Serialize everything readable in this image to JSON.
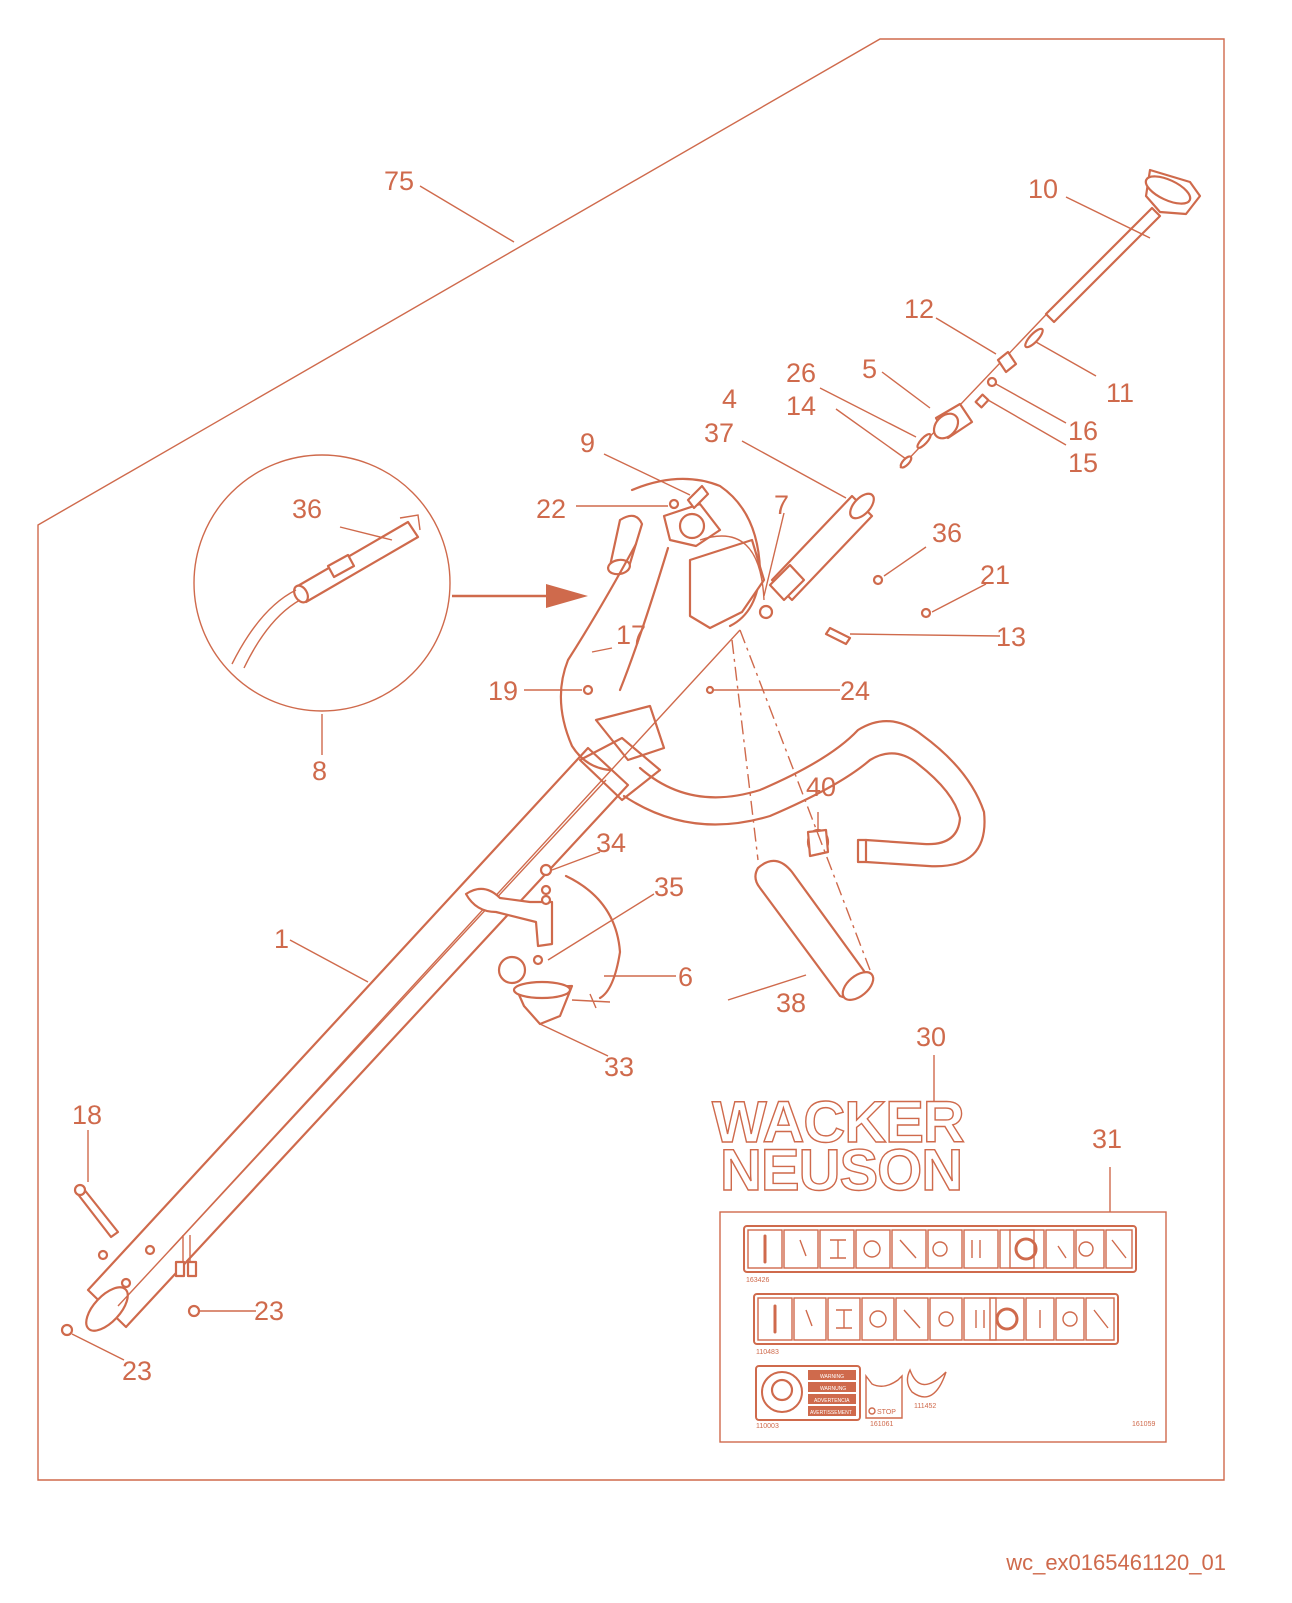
{
  "colors": {
    "accent": "#cf6a4c",
    "frame": "#cf6a4c",
    "caption": "#cf6a4c"
  },
  "callouts": {
    "c75": "75",
    "c10": "10",
    "c12": "12",
    "c11": "11",
    "c5": "5",
    "c4": "4",
    "c26": "26",
    "c14": "14",
    "c37": "37",
    "c16": "16",
    "c15": "15",
    "c9": "9",
    "c22": "22",
    "c7": "7",
    "c36a": "36",
    "c36b": "36",
    "c21": "21",
    "c13": "13",
    "c17": "17",
    "c19": "19",
    "c24": "24",
    "c8": "8",
    "c40": "40",
    "c34": "34",
    "c35": "35",
    "c1": "1",
    "c6": "6",
    "c38": "38",
    "c33": "33",
    "c30": "30",
    "c31": "31",
    "c18": "18",
    "c23a": "23",
    "c23b": "23"
  },
  "logo": {
    "line1": "WACKER",
    "line2": "NEUSON"
  },
  "decals": {
    "d1_code": "163426",
    "d2_code": "110483",
    "d3_code": "110003",
    "d4_code": "161061",
    "d4_text": "STOP",
    "d5_code": "111452",
    "sheet_code": "161059",
    "warning_lines": [
      "WARNING",
      "WARNUNG",
      "ADVERTENCIA",
      "AVERTISSEMENT"
    ]
  },
  "drawing_id": "wc_ex0165461120_01"
}
